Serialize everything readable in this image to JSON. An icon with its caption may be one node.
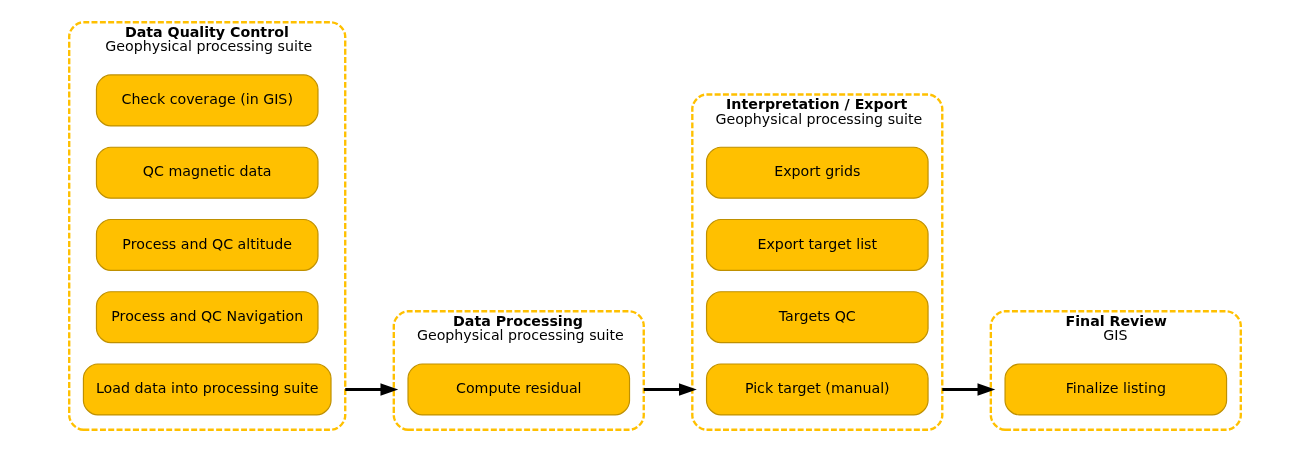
{
  "diagram": {
    "nodes": [
      {
        "text": [
          "Data Quality Control",
          "Geophysical processing suite"
        ]
      },
      {
        "text": [
          "Load data into processing suite"
        ],
        "in": 0
      },
      {
        "text": [
          "Process and QC Navigation"
        ],
        "in": 0
      },
      {
        "text": [
          "Process and QC altitude"
        ],
        "in": 0
      },
      {
        "text": [
          "QC magnetic data"
        ],
        "in": 0
      },
      {
        "text": [
          "Check coverage (in GIS)"
        ],
        "in": 0
      },
      {
        "text": [
          "Data Processing",
          "Geophysical processing suite"
        ]
      },
      {
        "text": [
          "Compute residual"
        ],
        "in": 6
      },
      {
        "text": [
          "Interpretation / Export",
          "Geophysical processing suite"
        ]
      },
      {
        "text": [
          "Pick target (manual)"
        ],
        "in": 8
      },
      {
        "text": [
          "Targets QC"
        ],
        "in": 8
      },
      {
        "text": [
          "Export target list"
        ],
        "in": 8
      },
      {
        "text": [
          "Export grids"
        ],
        "in": 8
      },
      {
        "text": [
          "Final Review",
          "GIS"
        ]
      },
      {
        "text": [
          "Finalize listing"
        ],
        "in": 13
      }
    ],
    "edges": [
      {
        "from": 0,
        "to": 6,
        "arrow": "to"
      },
      {
        "from": 6,
        "to": 8,
        "arrow": "to"
      },
      {
        "from": 8,
        "to": 13,
        "arrow": "to"
      }
    ]
  }
}
